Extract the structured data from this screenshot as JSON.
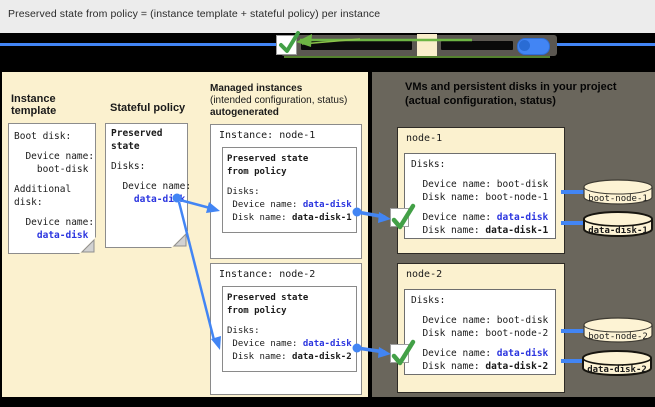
{
  "title": "Preserved state from policy = (instance template + stateful policy) per instance",
  "legend": {
    "items": [
      {
        "icon": "checkbox-with-green-check-and-arrow"
      },
      {
        "icon": "beige-square"
      },
      {
        "icon": "blue-disk"
      }
    ],
    "note": "labels rendered black-on-dark (illegible)"
  },
  "left_panel": {
    "instance_template_heading": "Instance template",
    "stateful_policy_heading": "Stateful policy",
    "instance_template_card": [
      [
        {
          "t": "Boot disk:"
        }
      ],
      [],
      [
        {
          "t": "  Device name:"
        }
      ],
      [
        {
          "t": "    boot-disk"
        }
      ],
      [],
      [
        {
          "t": "Additional"
        }
      ],
      [
        {
          "t": "disk:"
        }
      ],
      [],
      [
        {
          "t": "  Device name:"
        }
      ],
      [
        {
          "t": "    ",
          "c": ""
        },
        {
          "t": "data-disk",
          "c": "blue"
        }
      ]
    ],
    "stateful_policy_card": [
      [
        {
          "t": "Preserved",
          "c": "b"
        }
      ],
      [
        {
          "t": "state",
          "c": "b"
        }
      ],
      [],
      [
        {
          "t": "Disks:"
        }
      ],
      [],
      [
        {
          "t": "  Device name:"
        }
      ],
      [
        {
          "t": "    ",
          "c": ""
        },
        {
          "t": "data-disk",
          "c": "blue"
        }
      ]
    ]
  },
  "middle_panel": {
    "heading_line1": "Managed instances",
    "heading_line2": "(intended configuration, status)",
    "heading_line3": "autogenerated",
    "instances": [
      {
        "label": "Instance: node-1",
        "lines": [
          [
            {
              "t": "Preserved state",
              "c": "b"
            }
          ],
          [
            {
              "t": "from policy",
              "c": "b"
            }
          ],
          [],
          [
            {
              "t": "Disks:"
            }
          ],
          [
            {
              "t": " Device name: "
            },
            {
              "t": "data-disk",
              "c": "blue"
            }
          ],
          [
            {
              "t": " Disk name: "
            },
            {
              "t": "data-disk-1",
              "c": "b"
            }
          ]
        ]
      },
      {
        "label": "Instance: node-2",
        "lines": [
          [
            {
              "t": "Preserved state",
              "c": "b"
            }
          ],
          [
            {
              "t": "from policy",
              "c": "b"
            }
          ],
          [],
          [
            {
              "t": "Disks:"
            }
          ],
          [
            {
              "t": " Device name: "
            },
            {
              "t": "data-disk",
              "c": "blue"
            }
          ],
          [
            {
              "t": " Disk name: "
            },
            {
              "t": "data-disk-2",
              "c": "b"
            }
          ]
        ]
      }
    ]
  },
  "right_panel": {
    "heading_line1": "VMs and persistent disks in your project",
    "heading_line2": "(actual configuration, status)",
    "nodes": [
      {
        "label": "node-1",
        "lines": [
          [
            {
              "t": "Disks:"
            }
          ],
          [],
          [
            {
              "t": "  Device name: boot-disk"
            }
          ],
          [
            {
              "t": "  Disk name: boot-node-1"
            }
          ],
          [],
          [
            {
              "t": "  Device name: "
            },
            {
              "t": "data-disk",
              "c": "blue"
            }
          ],
          [
            {
              "t": "  Disk name: "
            },
            {
              "t": "data-disk-1",
              "c": "b"
            }
          ]
        ],
        "disks": [
          {
            "label": "boot-node-1",
            "emphasis": false
          },
          {
            "label": "data-disk-1",
            "emphasis": true
          }
        ]
      },
      {
        "label": "node-2",
        "lines": [
          [
            {
              "t": "Disks:"
            }
          ],
          [],
          [
            {
              "t": "  Device name: boot-disk"
            }
          ],
          [
            {
              "t": "  Disk name: boot-node-2"
            }
          ],
          [],
          [
            {
              "t": "  Device name: "
            },
            {
              "t": "data-disk",
              "c": "blue"
            }
          ],
          [
            {
              "t": "  Disk name: "
            },
            {
              "t": "data-disk-2",
              "c": "b"
            }
          ]
        ],
        "disks": [
          {
            "label": "boot-node-2",
            "emphasis": false
          },
          {
            "label": "data-disk-2",
            "emphasis": true
          }
        ]
      }
    ]
  },
  "colors": {
    "accent_blue": "#4285F4",
    "blue_text": "#2B35DF",
    "check_green": "#43A047",
    "cream_panel": "#FBF1CF",
    "dark_panel": "#6A665C",
    "title_bg": "#ECECEC",
    "band_bg": "#000000"
  }
}
